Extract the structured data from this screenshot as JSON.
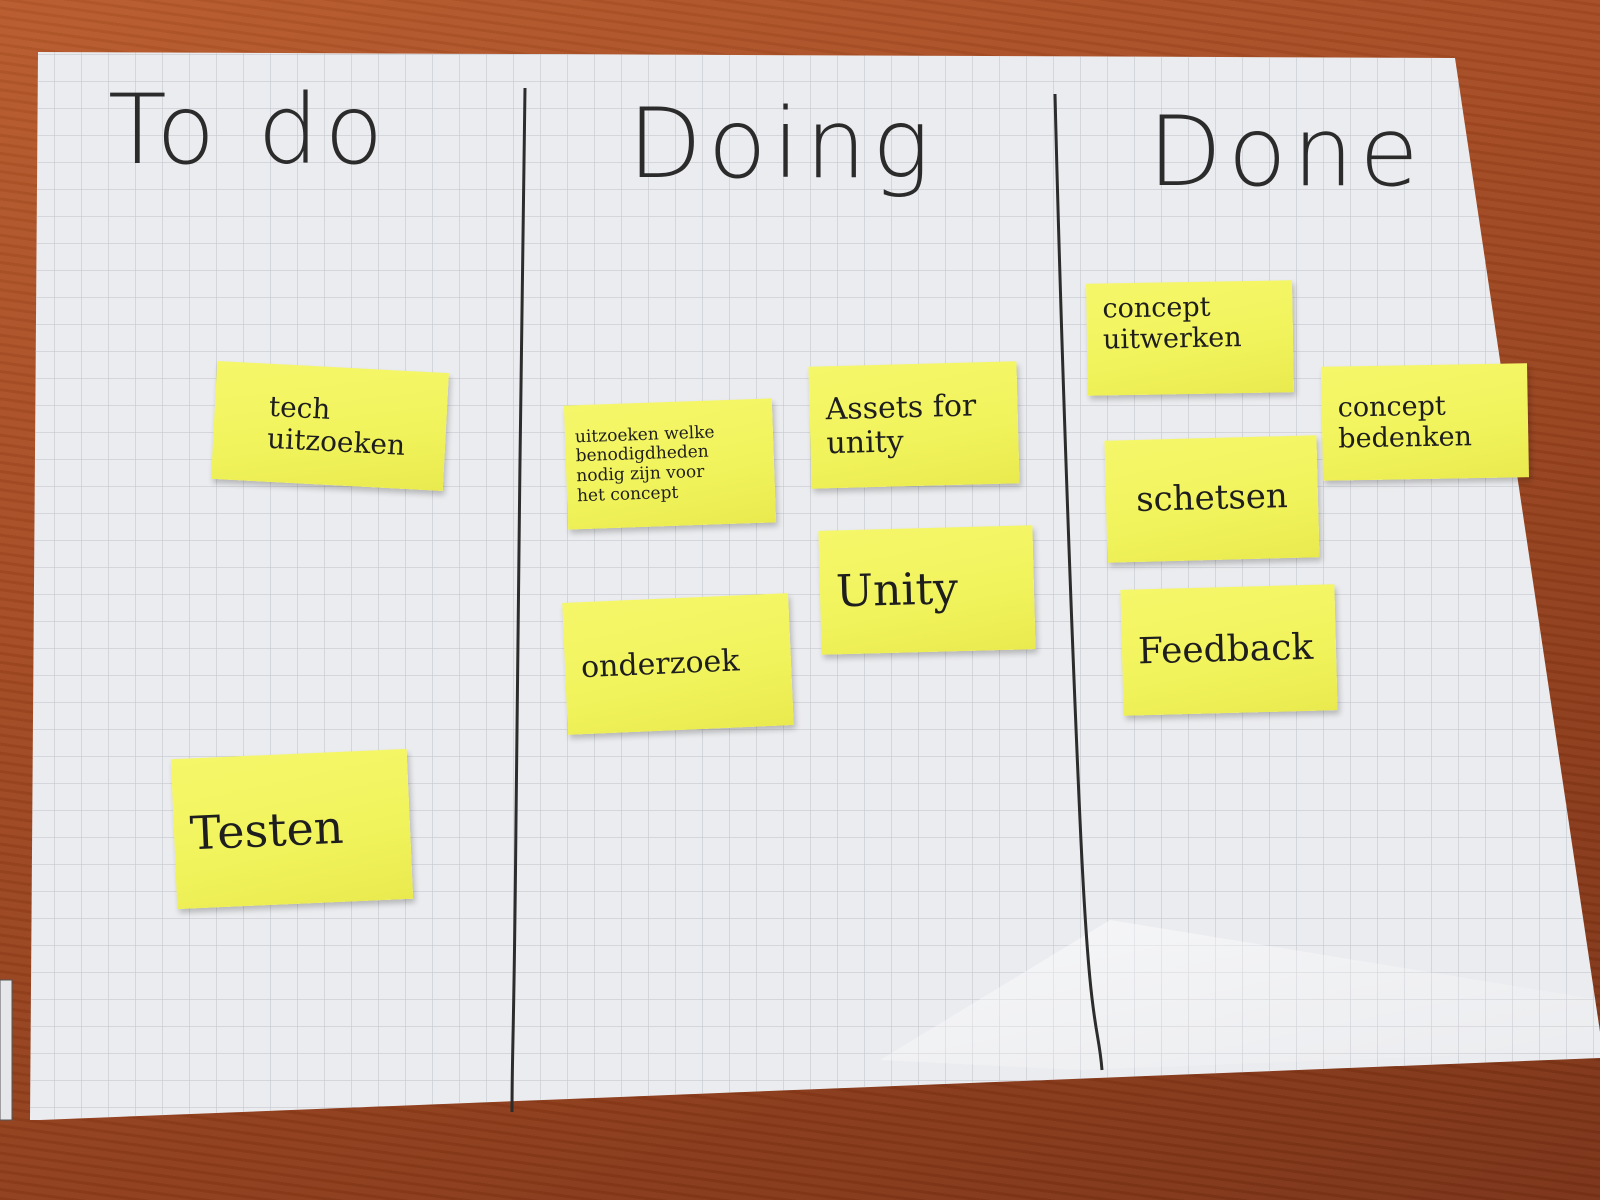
{
  "board": {
    "columns": [
      {
        "id": "todo",
        "title": "To do"
      },
      {
        "id": "doing",
        "title": "Doing"
      },
      {
        "id": "done",
        "title": "Done"
      }
    ],
    "notes": {
      "tech_uitzoeken": "tech\nuitzoeken",
      "testen": "Testen",
      "uitzoeken_welke": "uitzoeken welke\nbenodigdheden\nnodig zijn voor\nhet concept",
      "assets_for_unity": "Assets for\nunity",
      "onderzoek": "onderzoek",
      "unity": "Unity",
      "concept_uitwerken": "concept\nuitwerken",
      "concept_bedenken": "concept\nbedenken",
      "schetsen": "schetsen",
      "feedback": "Feedback"
    }
  },
  "colors": {
    "table": "#a44a22",
    "paper": "#ecedf0",
    "grid": "#c9ccd3",
    "sticky_note": "#f2f45e",
    "ink": "#2b2b2b"
  }
}
